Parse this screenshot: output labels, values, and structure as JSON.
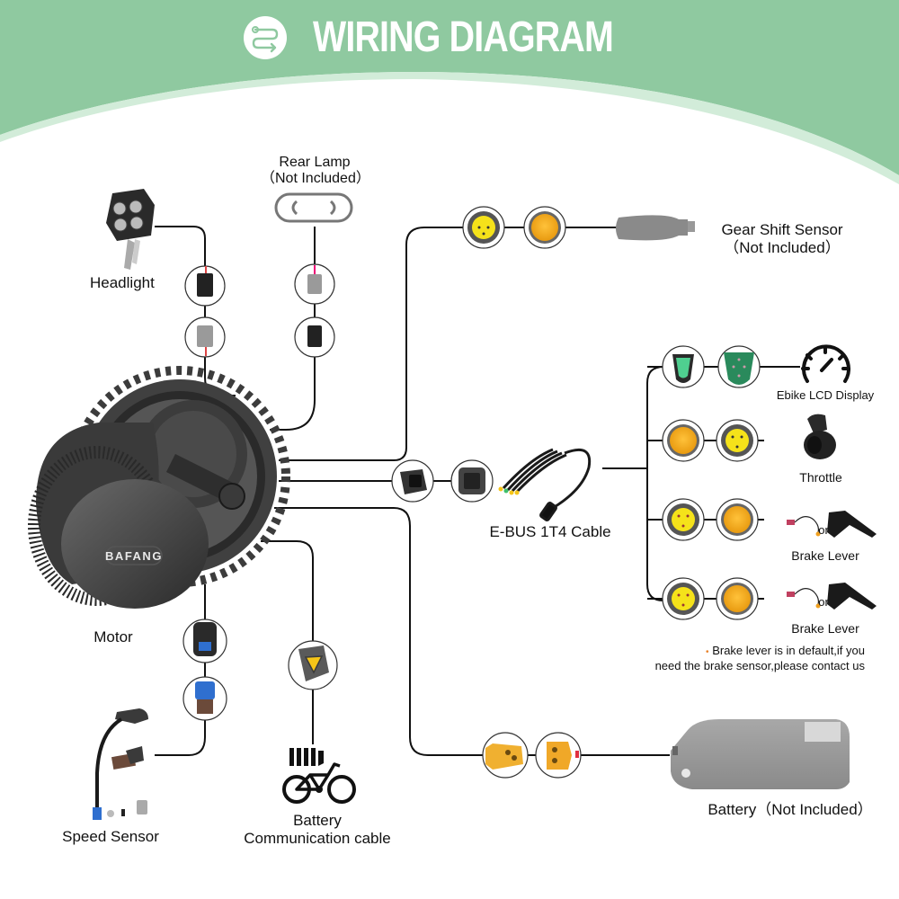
{
  "header": {
    "title": "WIRING DIAGRAM",
    "icon": "route-icon",
    "band_color": "#8fc9a0"
  },
  "components": {
    "headlight": {
      "label": "Headlight",
      "icon": "headlight-icon"
    },
    "rear_lamp": {
      "label_line1": "Rear Lamp",
      "label_line2": "（Not Included）",
      "icon": "rear-lamp-icon"
    },
    "gear_shift_sensor": {
      "label_line1": "Gear Shift Sensor",
      "label_line2": "（Not Included）",
      "icon": "gear-shift-sensor-icon"
    },
    "motor": {
      "label": "Motor",
      "brand": "BAFANG",
      "icon": "motor-icon"
    },
    "ebus_cable": {
      "label": "E-BUS 1T4 Cable",
      "icon": "cable-icon"
    },
    "lcd_display": {
      "label": "Ebike LCD Display",
      "icon": "speedometer-icon"
    },
    "throttle": {
      "label": "Throttle",
      "icon": "throttle-icon"
    },
    "brake_lever_1": {
      "label": "Brake Lever",
      "or_text": "or",
      "icon": "brake-lever-icon"
    },
    "brake_lever_2": {
      "label": "Brake Lever",
      "or_text": "or",
      "icon": "brake-lever-icon"
    },
    "speed_sensor": {
      "label": "Speed Sensor",
      "icon": "speed-sensor-icon"
    },
    "battery_comm": {
      "label_line1": "Battery",
      "label_line2": "Communication cable",
      "icon": "battery-bike-icon"
    },
    "battery": {
      "label": "Battery（Not Included）",
      "icon": "battery-pack-icon"
    }
  },
  "note": {
    "bullet": "•",
    "line1": "Brake lever is in default,if you",
    "line2": "need the brake sensor,please contact us"
  },
  "colors": {
    "connector_yellow": "#f5d21a",
    "connector_orange": "#f0a818",
    "connector_green": "#3fae7a",
    "connector_blue": "#2f6fcf",
    "xt_connector": "#f0b030",
    "note_bullet": "#e8822a",
    "wire": "#111111"
  }
}
